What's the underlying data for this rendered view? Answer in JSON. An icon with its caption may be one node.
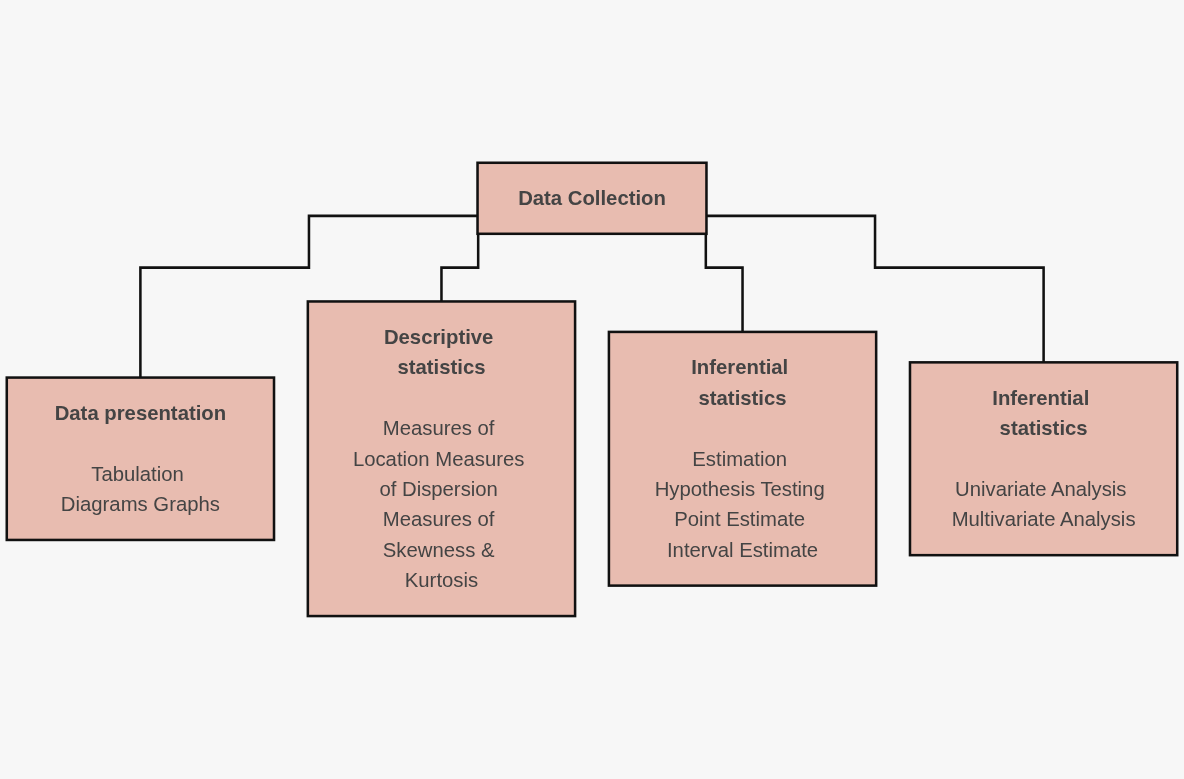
{
  "diagram": {
    "nodes": [
      {
        "text": [
          "Data Collection"
        ]
      },
      {
        "text": [
          "Data presentation",
          "Tabulation Diagrams Graphs"
        ]
      },
      {
        "text": [
          "Descriptive statistics",
          "Measures of Location Measures of Dispersion Measures of Skewness & Kurtosis"
        ]
      },
      {
        "text": [
          "Inferential statistics",
          "Estimation Hypothesis Testing Point Estimate Interval Estimate"
        ]
      },
      {
        "text": [
          "Inferential statistics",
          "Univariate Analysis Multivariate Analysis"
        ]
      }
    ],
    "edges": [
      {
        "from": 0,
        "to": 1,
        "arrow": "none"
      },
      {
        "from": 0,
        "to": 2,
        "arrow": "none"
      },
      {
        "from": 0,
        "to": 3,
        "arrow": "none"
      },
      {
        "from": 0,
        "to": 4,
        "arrow": "none"
      }
    ]
  }
}
